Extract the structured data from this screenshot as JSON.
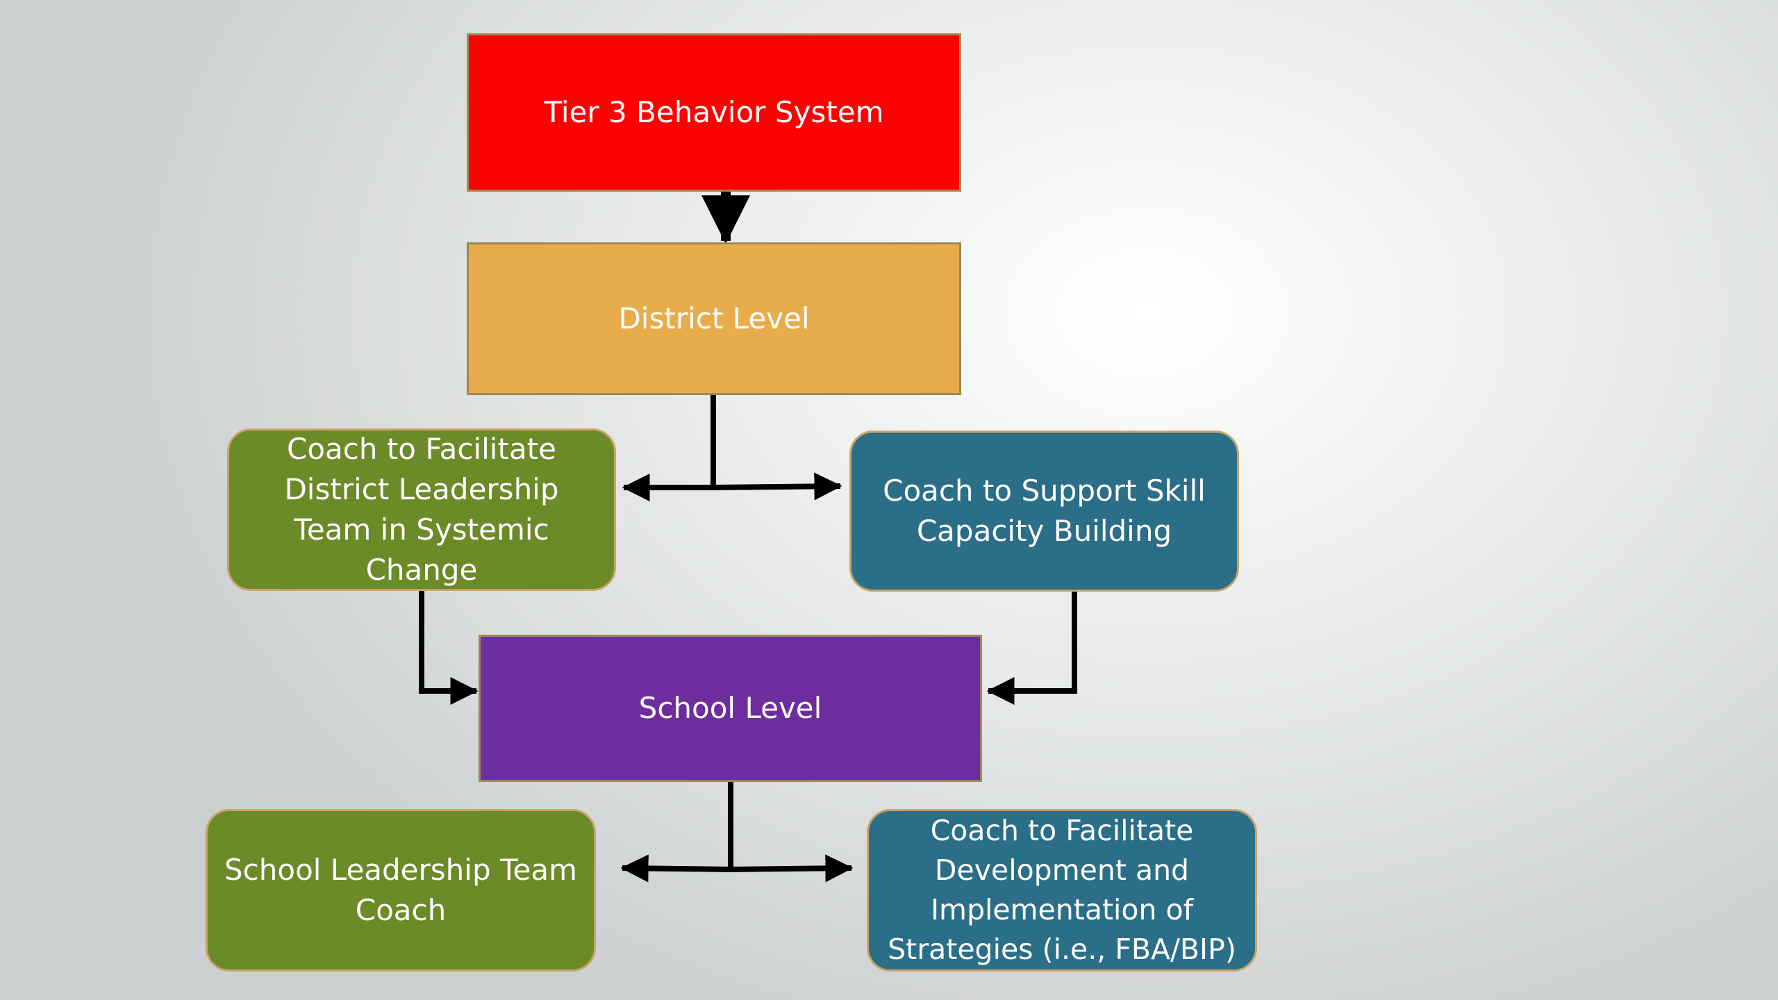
{
  "nodes": [
    {
      "id": "tier3",
      "label": "Tier 3 Behavior System",
      "color": "#ff0000"
    },
    {
      "id": "district",
      "label": "District Level",
      "color": "#e9ac4c"
    },
    {
      "id": "coach_dlt",
      "label": "Coach to Facilitate District Leadership Team in Systemic Change",
      "color": "#6b8a28"
    },
    {
      "id": "coach_skill",
      "label": "Coach to Support Skill Capacity Building",
      "color": "#2b6e88"
    },
    {
      "id": "school",
      "label": "School Level",
      "color": "#6e2d9e"
    },
    {
      "id": "slt_coach",
      "label": "School Leadership Team Coach",
      "color": "#6b8a28"
    },
    {
      "id": "coach_fba",
      "label": "Coach to Facilitate Development and Implementation of Strategies (i.e., FBA/BIP)",
      "color": "#2b6e88"
    }
  ],
  "edges": [
    {
      "from": "tier3",
      "to": "district"
    },
    {
      "from": "district",
      "to": "coach_dlt"
    },
    {
      "from": "district",
      "to": "coach_skill"
    },
    {
      "from": "coach_dlt",
      "to": "school"
    },
    {
      "from": "coach_skill",
      "to": "school"
    },
    {
      "from": "school",
      "to": "slt_coach"
    },
    {
      "from": "school",
      "to": "coach_fba"
    }
  ]
}
